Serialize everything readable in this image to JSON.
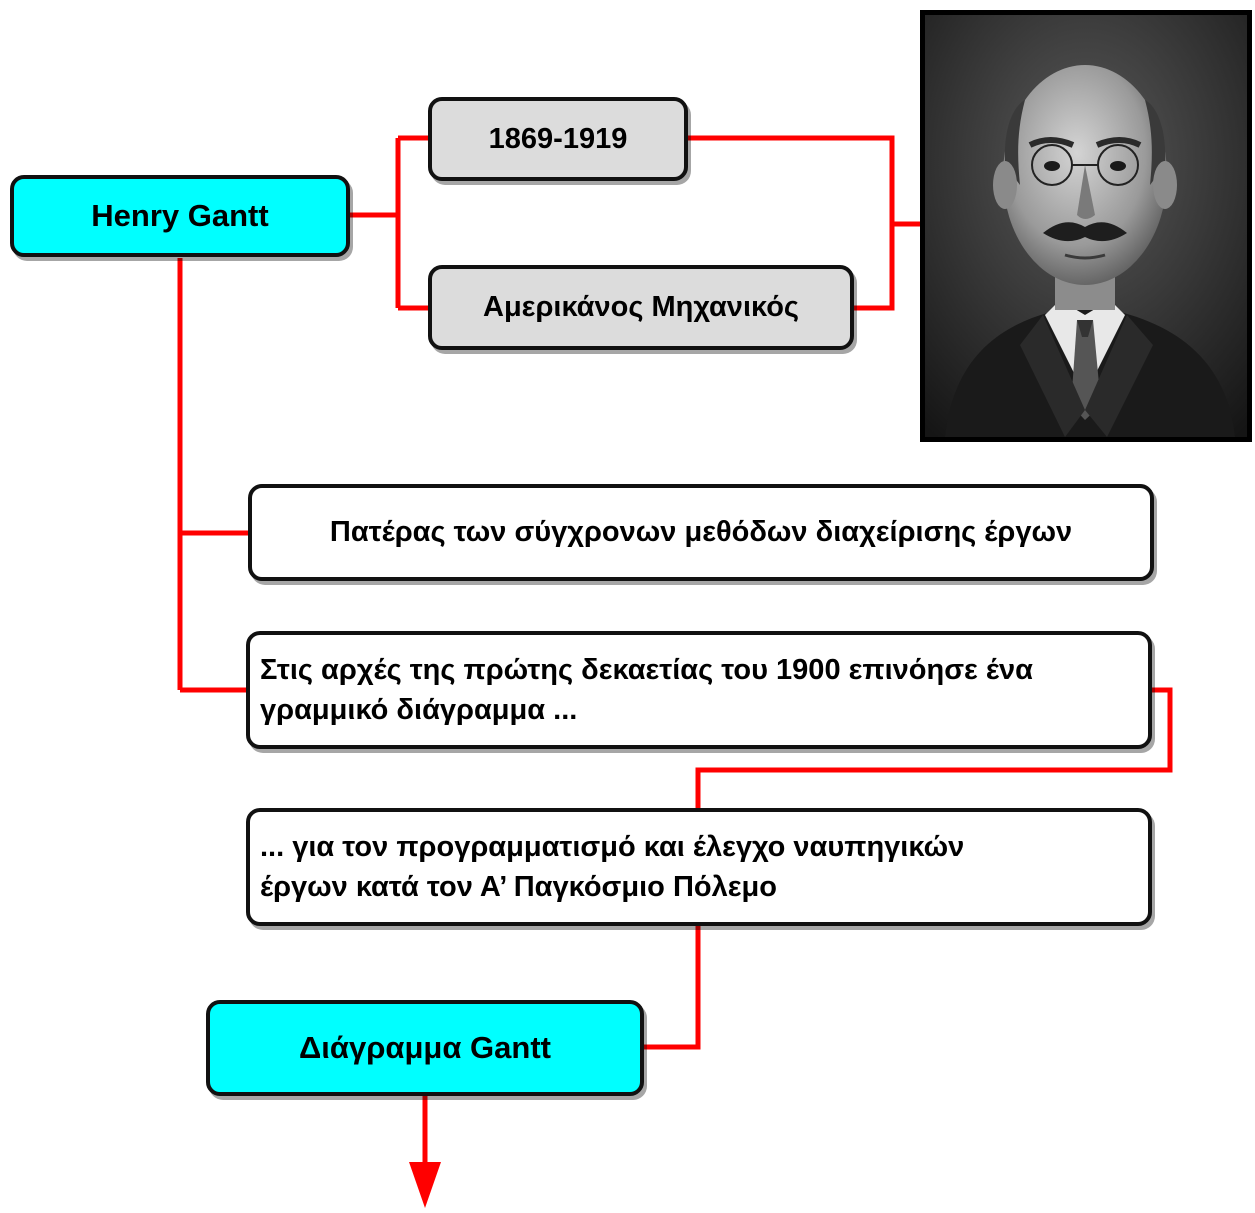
{
  "diagram": {
    "root": {
      "label": "Henry Gantt"
    },
    "years": {
      "label": "1869-1919"
    },
    "profession": {
      "label": "Αμερικάνος Μηχανικός"
    },
    "fact1": {
      "label": "Πατέρας των σύγχρονων μεθόδων διαχείρισης έργων"
    },
    "fact2": {
      "label": "Στις αρχές της πρώτης δεκαετίας του 1900 επινόησε ένα γραμμικό διάγραμμα ..."
    },
    "fact3": {
      "label": "... για τον προγραμματισμό και έλεγχο ναυπηγικών έργων κατά τον Α’ Παγκόσμιο Πόλεμο"
    },
    "result": {
      "label": "Διάγραμμα Gantt"
    },
    "portrait": {
      "subject": "portrait-photo"
    }
  },
  "colors": {
    "connector": "#ff0000",
    "primary_box": "#00ffff",
    "secondary_box": "#dcdcdc",
    "text_box": "#ffffff",
    "border": "#111111"
  }
}
